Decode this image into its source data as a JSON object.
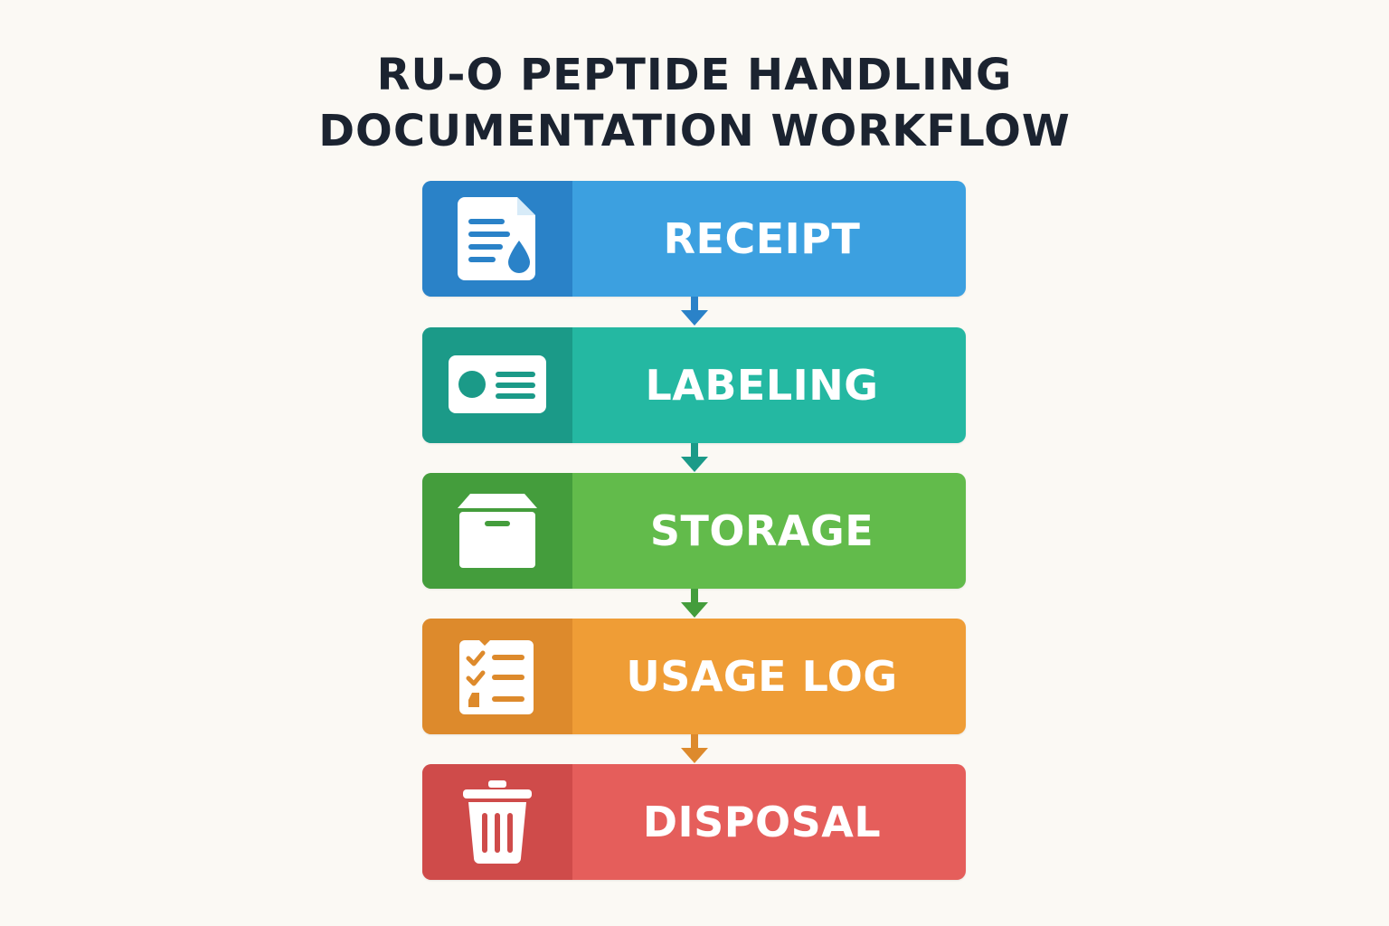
{
  "title": {
    "line1": "RU-O PEPTIDE HANDLING",
    "line2": "DOCUMENTATION WORKFLOW"
  },
  "steps": [
    {
      "label": "RECEIPT",
      "icon": "document-droplet-icon",
      "color": "#3ca0e0",
      "icon_bg": "#2a82c8"
    },
    {
      "label": "LABELING",
      "icon": "id-label-icon",
      "color": "#24b8a2",
      "icon_bg": "#1b9a88"
    },
    {
      "label": "STORAGE",
      "icon": "storage-box-icon",
      "color": "#62bb4b",
      "icon_bg": "#449d3c"
    },
    {
      "label": "USAGE LOG",
      "icon": "checklist-icon",
      "color": "#ef9d36",
      "icon_bg": "#dd8a2c"
    },
    {
      "label": "DISPOSAL",
      "icon": "trash-can-icon",
      "color": "#e55e5b",
      "icon_bg": "#cf4b4a"
    }
  ],
  "arrow_colors": [
    "#2a82c8",
    "#1b9a88",
    "#449d3c",
    "#dd8a2c"
  ]
}
